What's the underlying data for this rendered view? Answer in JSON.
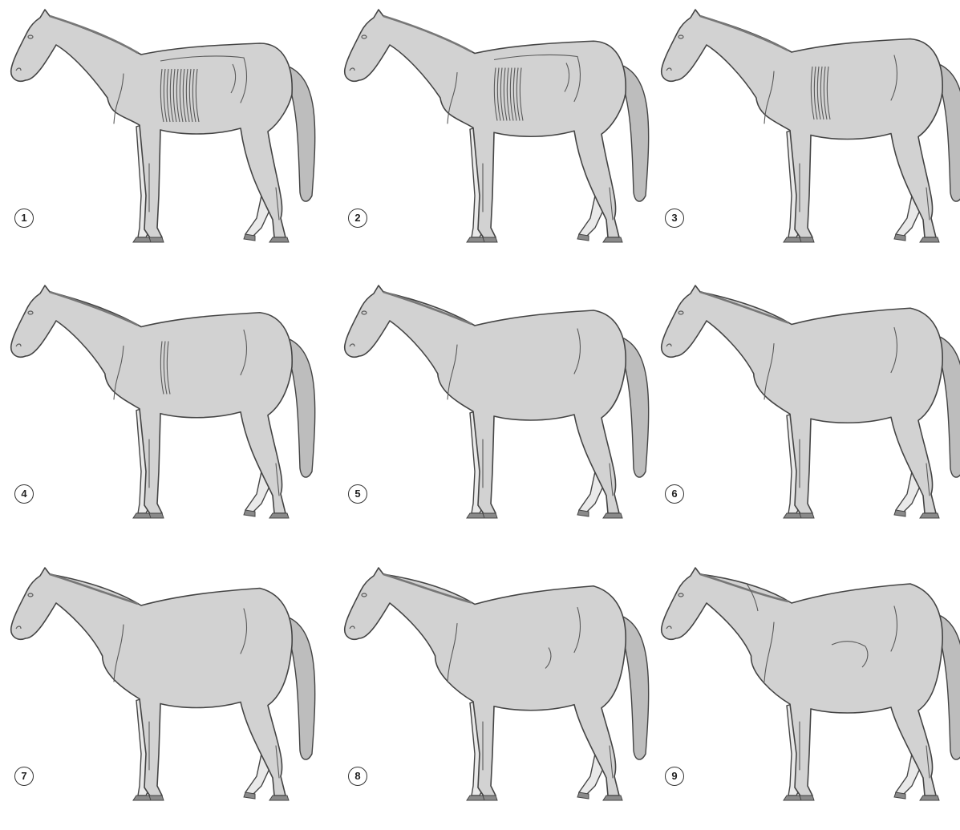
{
  "figure": {
    "panels": [
      {
        "label": "1",
        "condition_score": 1
      },
      {
        "label": "2",
        "condition_score": 2
      },
      {
        "label": "3",
        "condition_score": 3
      },
      {
        "label": "4",
        "condition_score": 4
      },
      {
        "label": "5",
        "condition_score": 5
      },
      {
        "label": "6",
        "condition_score": 6
      },
      {
        "label": "7",
        "condition_score": 7
      },
      {
        "label": "8",
        "condition_score": 8
      },
      {
        "label": "9",
        "condition_score": 9
      }
    ],
    "colors": {
      "body_fill": "#d2d2d2",
      "far_leg_fill": "#e9e9e9",
      "outline": "#444444",
      "detail": "#5a5a5a",
      "hoof": "#8a8a8a",
      "badge_border": "#333333"
    }
  }
}
